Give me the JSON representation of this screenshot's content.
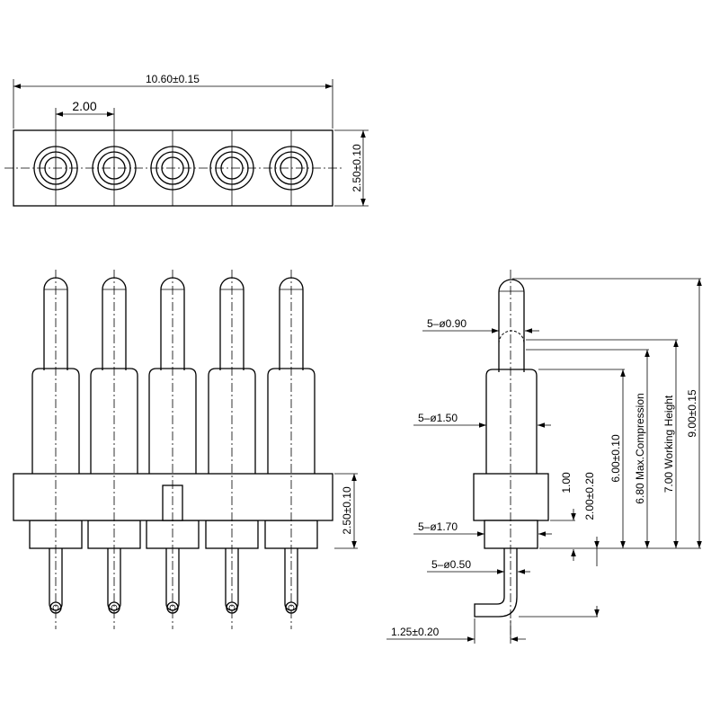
{
  "top_view": {
    "overall_length": "10.60±0.15",
    "pitch": "2.00",
    "body_height": "2.50±0.10"
  },
  "front_view": {
    "body_height": "2.50±0.10"
  },
  "side_view": {
    "tip_diameter": "5–ø0.90",
    "barrel_diameter": "5–ø1.50",
    "collar_diameter": "5–ø1.70",
    "tail_diameter": "5–ø0.50",
    "tail_offset": "1.25±0.20",
    "dim_1": "1.00",
    "dim_2": "2.00±0.20",
    "dim_3": "6.00±0.10",
    "max_compression": "6.80  Max.Compression",
    "working_height": "7.00  Working  Height",
    "total_height": "9.00±0.15"
  }
}
